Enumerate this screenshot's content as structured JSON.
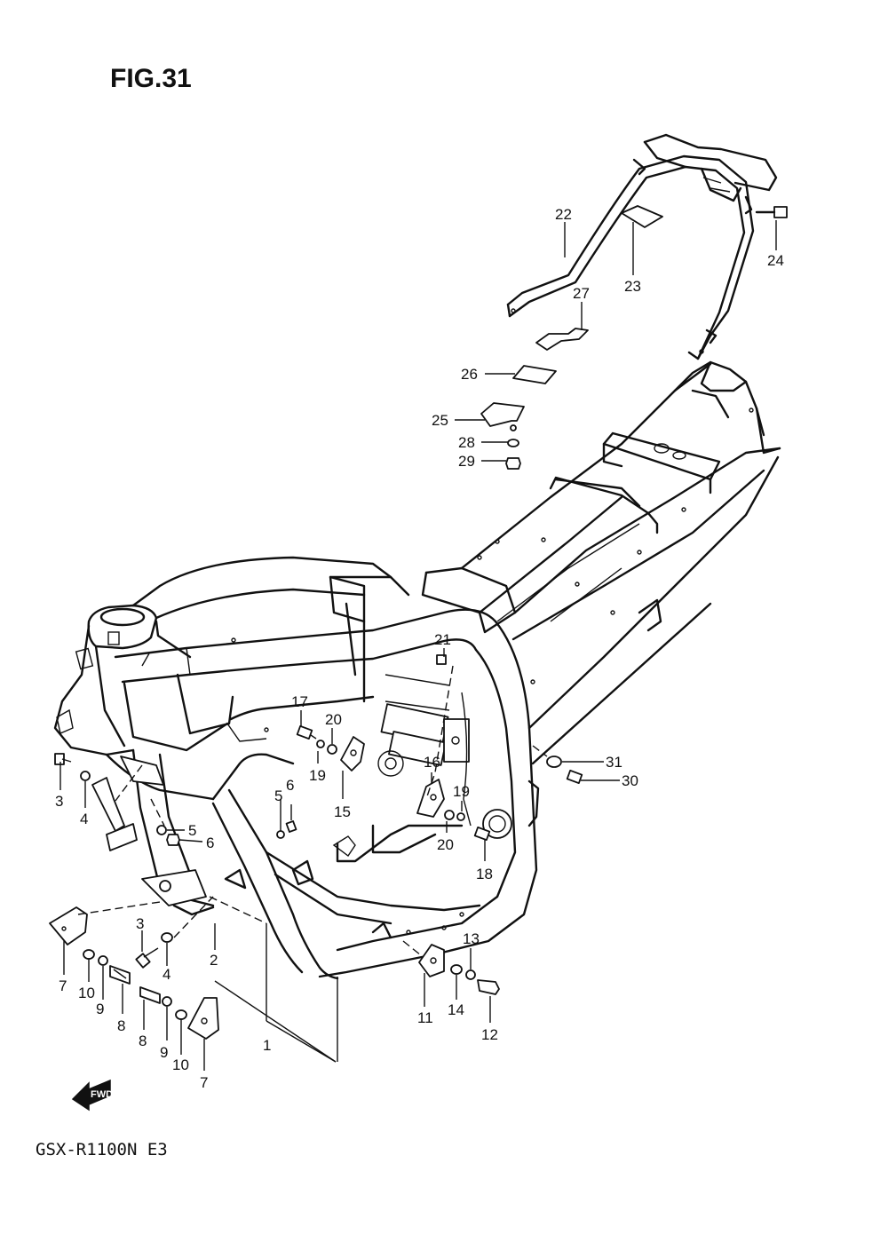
{
  "figure": {
    "title": "FIG.31",
    "model": "GSX-R1100N E3",
    "fwd_label": "FWD"
  },
  "callouts": [
    {
      "id": "c22",
      "text": "22"
    },
    {
      "id": "c23",
      "text": "23"
    },
    {
      "id": "c24",
      "text": "24"
    },
    {
      "id": "c27",
      "text": "27"
    },
    {
      "id": "c26",
      "text": "26"
    },
    {
      "id": "c25",
      "text": "25"
    },
    {
      "id": "c28",
      "text": "28"
    },
    {
      "id": "c29",
      "text": "29"
    },
    {
      "id": "c21",
      "text": "21"
    },
    {
      "id": "c17",
      "text": "17"
    },
    {
      "id": "c20a",
      "text": "20"
    },
    {
      "id": "c19a",
      "text": "19"
    },
    {
      "id": "c15",
      "text": "15"
    },
    {
      "id": "c16",
      "text": "16"
    },
    {
      "id": "c19b",
      "text": "19"
    },
    {
      "id": "c20b",
      "text": "20"
    },
    {
      "id": "c18",
      "text": "18"
    },
    {
      "id": "c31",
      "text": "31"
    },
    {
      "id": "c30",
      "text": "30"
    },
    {
      "id": "c3a",
      "text": "3"
    },
    {
      "id": "c4a",
      "text": "4"
    },
    {
      "id": "c5a",
      "text": "5"
    },
    {
      "id": "c6a",
      "text": "6"
    },
    {
      "id": "c5b",
      "text": "5"
    },
    {
      "id": "c6b",
      "text": "6"
    },
    {
      "id": "c3b",
      "text": "3"
    },
    {
      "id": "c4b",
      "text": "4"
    },
    {
      "id": "c2",
      "text": "2"
    },
    {
      "id": "c7a",
      "text": "7"
    },
    {
      "id": "c10a",
      "text": "10"
    },
    {
      "id": "c9a",
      "text": "9"
    },
    {
      "id": "c8a",
      "text": "8"
    },
    {
      "id": "c8b",
      "text": "8"
    },
    {
      "id": "c9b",
      "text": "9"
    },
    {
      "id": "c10b",
      "text": "10"
    },
    {
      "id": "c7b",
      "text": "7"
    },
    {
      "id": "c1",
      "text": "1"
    },
    {
      "id": "c11",
      "text": "11"
    },
    {
      "id": "c14",
      "text": "14"
    },
    {
      "id": "c13",
      "text": "13"
    },
    {
      "id": "c12",
      "text": "12"
    }
  ]
}
